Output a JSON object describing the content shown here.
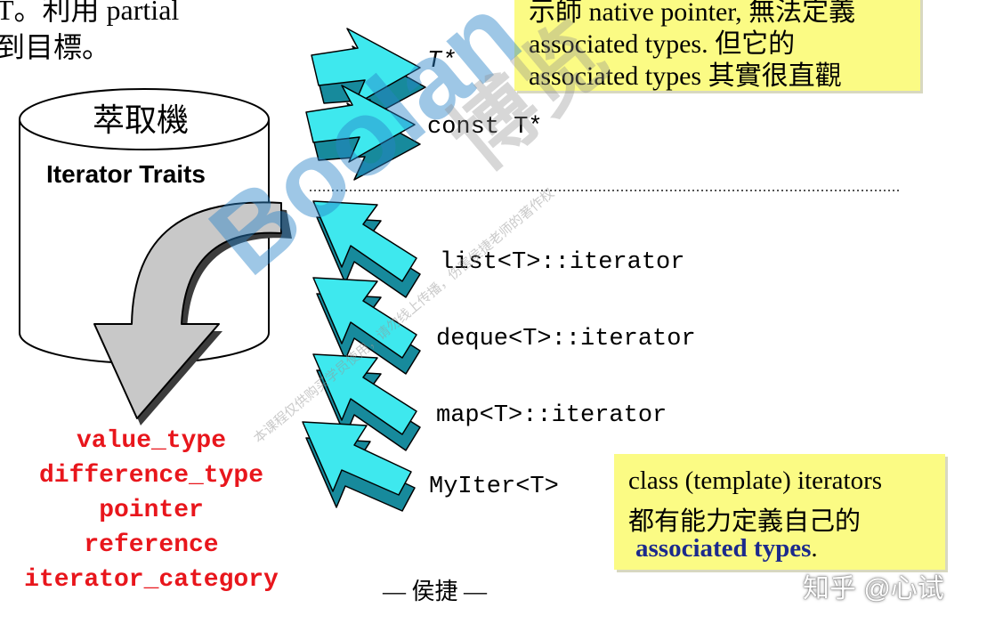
{
  "intro": {
    "line1": "T。利用 partial",
    "line2": "到目標。"
  },
  "top_note": {
    "line1": "示師 native pointer, 無法定義",
    "line2": "associated types. 但它的",
    "line3": "associated types 其實很直觀"
  },
  "extractor": {
    "title": "萃取機",
    "label": "Iterator Traits"
  },
  "iterator_types": [
    {
      "text": "T*",
      "kind": "pointer"
    },
    {
      "text": "const T*",
      "kind": "pointer"
    },
    {
      "text": "list<T>::iterator",
      "kind": "class"
    },
    {
      "text": "deque<T>::iterator",
      "kind": "class"
    },
    {
      "text": "map<T>::iterator",
      "kind": "class"
    },
    {
      "text": "MyIter<T>",
      "kind": "class"
    }
  ],
  "associated_types": [
    "value_type",
    "difference_type",
    "pointer",
    "reference",
    "iterator_category"
  ],
  "bottom_note": {
    "line1": "class (template) iterators",
    "line2": "都有能力定義自己的",
    "line3": "associated types",
    "line3_suffix": "."
  },
  "author": "— 侯捷 —",
  "watermark": {
    "logo": "Boolan",
    "brand": "博览",
    "notice": "本课程仅供购买学员使用，请勿线上传播，伤害侯捷老师的著作权"
  },
  "credit": "知乎 @心试",
  "colors": {
    "arrow_face": "#3ee8ee",
    "arrow_side": "#178a9c",
    "note_bg": "#fbfb84",
    "red_text": "#e8161c",
    "blue_text": "#1c2a8c"
  }
}
